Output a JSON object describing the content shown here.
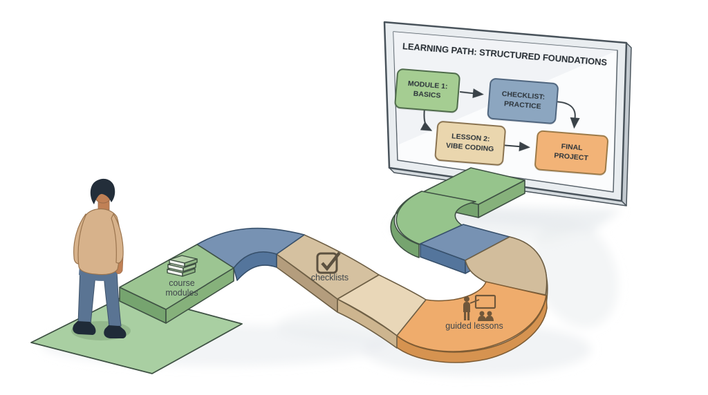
{
  "board": {
    "title": "LEARNING PATH: STRUCTURED FOUNDATIONS",
    "frame_color": "#e9edf0",
    "surface_color": "#fbfcfd",
    "nodes": [
      {
        "label": "MODULE 1:\nBASICS",
        "fill": "#a5cd92",
        "border": "#4e6b4a"
      },
      {
        "label": "CHECKLIST:\nPRACTICE",
        "fill": "#8ca6c0",
        "border": "#4f657e"
      },
      {
        "label": "LESSON 2:\nVIBE CODING",
        "fill": "#ead6ae",
        "border": "#8a7350"
      },
      {
        "label": "FINAL\nPROJECT",
        "fill": "#f2b377",
        "border": "#9c7a48"
      }
    ],
    "connections": [
      {
        "from": "MODULE 1: BASICS",
        "to": "CHECKLIST: PRACTICE"
      },
      {
        "from": "MODULE 1: BASICS",
        "to": "LESSON 2: VIBE CODING"
      },
      {
        "from": "CHECKLIST: PRACTICE",
        "to": "FINAL PROJECT"
      },
      {
        "from": "LESSON 2: VIBE CODING",
        "to": "FINAL PROJECT"
      }
    ]
  },
  "path": {
    "segments": [
      {
        "id": "start-pad",
        "color": "#a9cfa2"
      },
      {
        "id": "course-modules",
        "label": "course\nmodules",
        "icon": "books-icon",
        "color": "#9cc592"
      },
      {
        "id": "turn-right-blue",
        "color": "#7792b3"
      },
      {
        "id": "checklists",
        "label": "checklists",
        "icon": "checkbox-icon",
        "color": "#d5c1a0"
      },
      {
        "id": "straight-tan",
        "color": "#e9d7b8"
      },
      {
        "id": "guided-lessons",
        "label": "guided lessons",
        "icon": "teacher-icon",
        "color": "#efac6c"
      },
      {
        "id": "turn-up-tan",
        "color": "#d2bd9c"
      },
      {
        "id": "straight-blue",
        "color": "#7792b3"
      },
      {
        "id": "turn-left-green",
        "color": "#96c48c"
      },
      {
        "id": "into-board-green",
        "color": "#96c48c"
      }
    ],
    "outline_color": "#3f5244"
  }
}
